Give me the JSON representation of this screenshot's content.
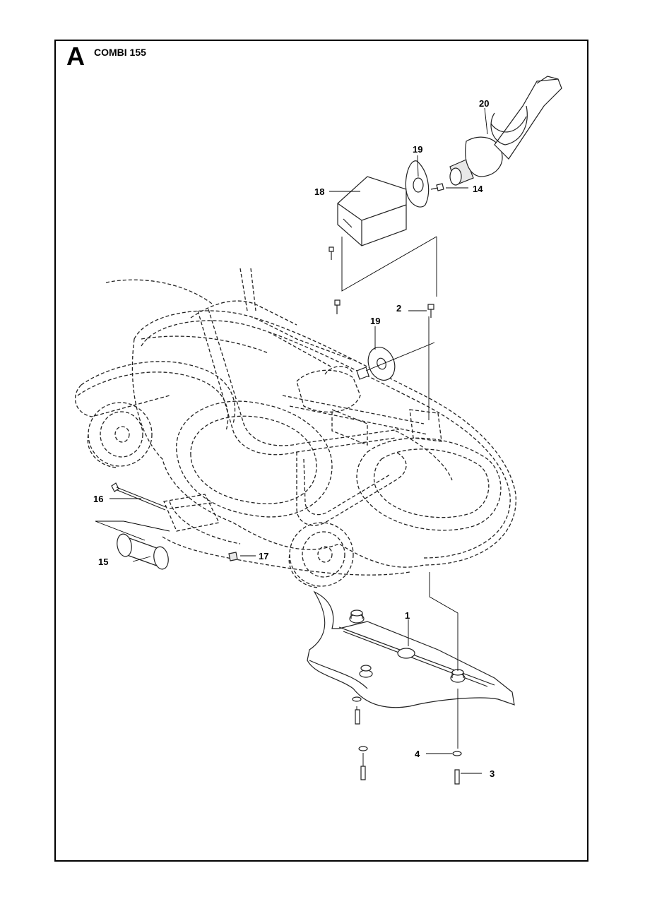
{
  "header": {
    "section_letter": "A",
    "model_title": "COMBI 155"
  },
  "callouts": [
    {
      "id": "1",
      "text": "1"
    },
    {
      "id": "2",
      "text": "2"
    },
    {
      "id": "3",
      "text": "3"
    },
    {
      "id": "4",
      "text": "4"
    },
    {
      "id": "14",
      "text": "14"
    },
    {
      "id": "15",
      "text": "15"
    },
    {
      "id": "16",
      "text": "16"
    },
    {
      "id": "17",
      "text": "17"
    },
    {
      "id": "18",
      "text": "18"
    },
    {
      "id": "19a",
      "text": "19"
    },
    {
      "id": "19b",
      "text": "19"
    },
    {
      "id": "20",
      "text": "20"
    }
  ]
}
